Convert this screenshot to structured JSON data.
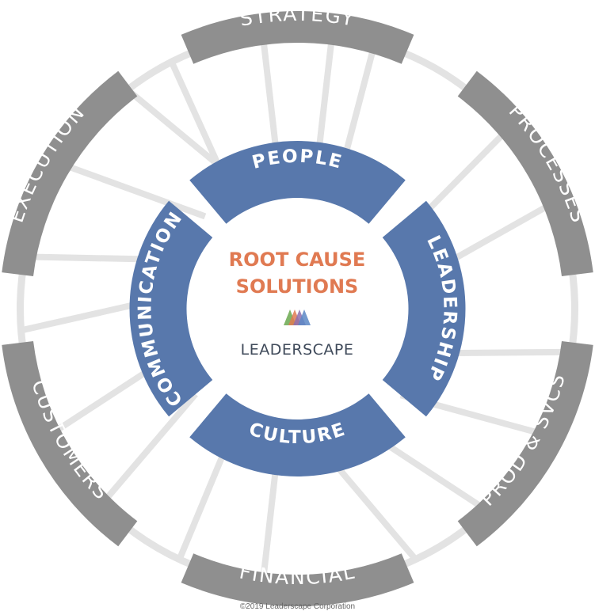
{
  "outer_segments": [
    {
      "label": "STRATEGY"
    },
    {
      "label": "PROCESSES"
    },
    {
      "label": "PROD & SVCS"
    },
    {
      "label": "FINANCIAL"
    },
    {
      "label": "CUSTOMERS"
    },
    {
      "label": "EXECUTION"
    }
  ],
  "inner_segments": [
    {
      "label": "PEOPLE"
    },
    {
      "label": "LEADERSHIP"
    },
    {
      "label": "CULTURE"
    },
    {
      "label": "COMMUNICATION"
    }
  ],
  "center": {
    "title_line1": "ROOT CAUSE",
    "title_line2": "SOLUTIONS",
    "brand": "LEADERSCAPE"
  },
  "footer": {
    "copyright": "©2019 Leaderscape Corporation"
  },
  "colors": {
    "outer_ring": "#8f8f8f",
    "connector": "#e3e3e3",
    "inner_ring": "#5878ac",
    "title": "#e07a52",
    "brand_text": "#3f4a5a",
    "logo_green": "#6aa84f",
    "logo_orange": "#e07a52",
    "logo_purple": "#8e6fae",
    "logo_blue": "#5b87c5"
  }
}
